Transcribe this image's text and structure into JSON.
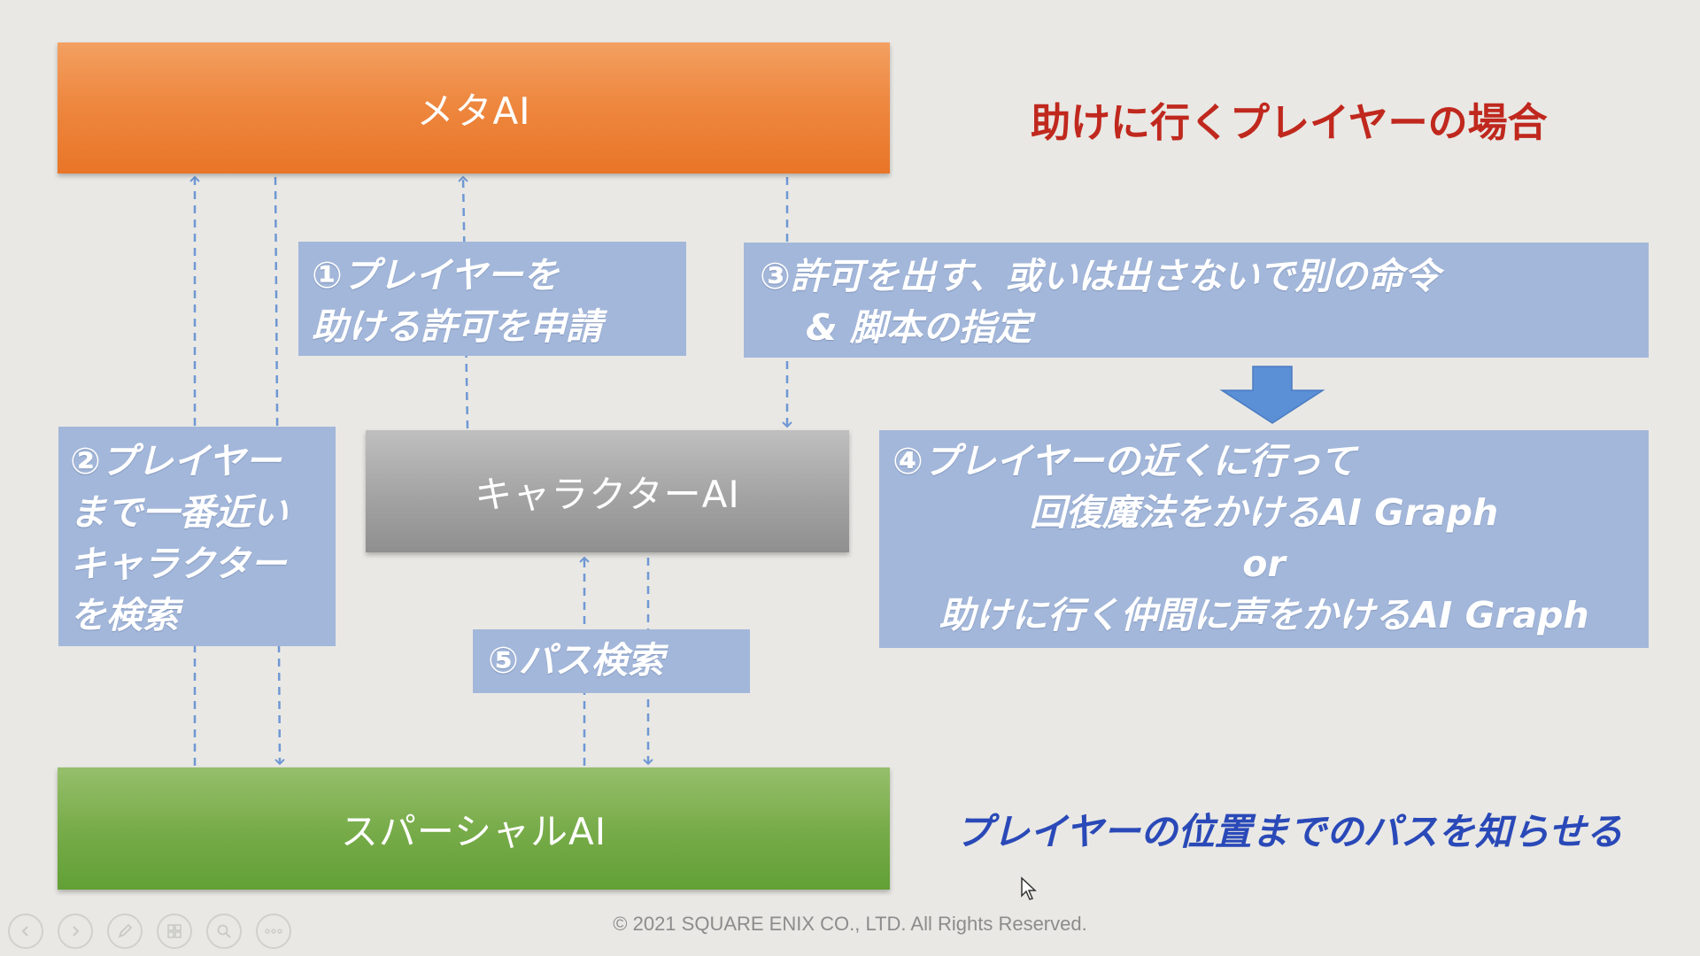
{
  "boxes": {
    "meta_ai": "メタAI",
    "character_ai": "キャラクターAI",
    "spatial_ai": "スパーシャルAI"
  },
  "title": "助けに行くプレイヤーの場合",
  "notes": {
    "n1": [
      "①プレイヤーを",
      "助ける許可を申請"
    ],
    "n2": [
      "②プレイヤー",
      "まで一番近い",
      "キャラクター",
      "を検索"
    ],
    "n3": [
      "③許可を出す、或いは出さないで別の命令",
      "& 脚本の指定"
    ],
    "n4": [
      "④プレイヤーの近くに行って",
      "回復魔法をかけるAI Graph",
      "or",
      "助けに行く仲間に声をかけるAI Graph"
    ],
    "n5": "⑤パス検索"
  },
  "caption": "プレイヤーの位置までのパスを知らせる",
  "copyright": "© 2021 SQUARE ENIX CO., LTD. All Rights Reserved.",
  "colors": {
    "meta_ai": "#ee8840",
    "spatial_ai": "#78ac4a",
    "character_ai": "#a3a3a3",
    "note_bg": "#a3b7da",
    "arrow": "#5b8fd6",
    "title": "#c0281e",
    "caption": "#2a49b8"
  },
  "controls": [
    "prev-icon",
    "next-icon",
    "pen-icon",
    "slides-icon",
    "zoom-icon",
    "more-icon"
  ]
}
